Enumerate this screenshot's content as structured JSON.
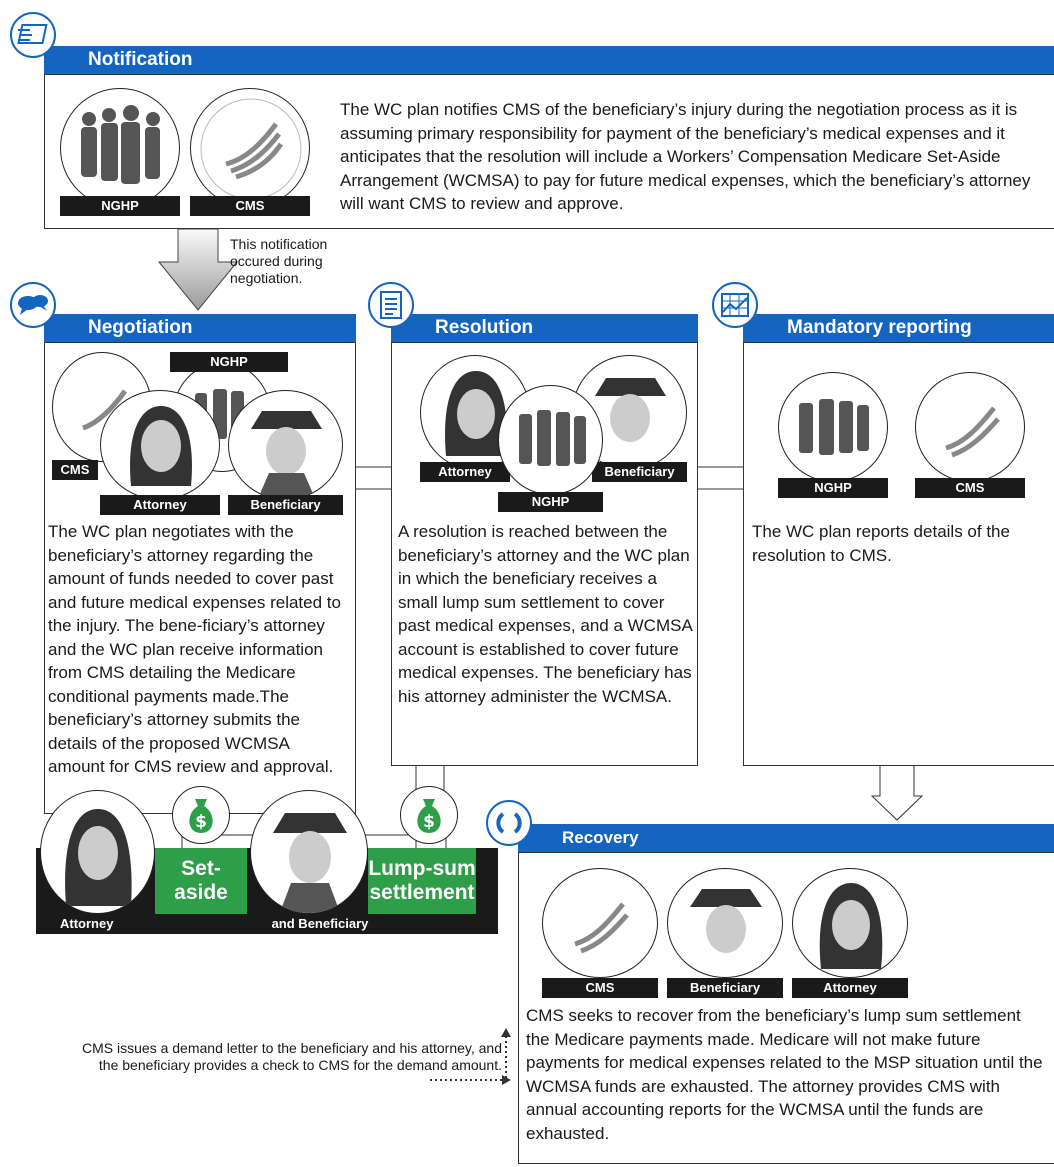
{
  "notification": {
    "title": "Notification",
    "icon": "envelope-icon",
    "tags": [
      "NGHP",
      "CMS"
    ],
    "text": "The WC plan notifies CMS of the beneficiary’s injury during the negotiation process as it is assuming primary responsibility for payment of the beneficiary’s medical expenses and it anticipates that the resolution will include a Workers’ Compensation Medicare Set-Aside Arrangement (WCMSA) to pay for future medical expenses, which the beneficiary’s attorney will want CMS to review and approve."
  },
  "notification_note": "This notification occured during negotiation.",
  "negotiation": {
    "title": "Negotiation",
    "icon": "chat-bubbles-icon",
    "tags": {
      "nghp": "NGHP",
      "cms": "CMS",
      "attorney": "Attorney",
      "beneficiary": "Beneficiary"
    },
    "text": "The WC plan negotiates with the beneficiary’s attorney regarding the amount of funds needed to cover past and future medical expenses related to the injury. The bene-ficiary’s attorney and the WC plan receive information from CMS detailing the Medicare conditional payments made.The beneficiary’s attorney submits the details of the proposed WCMSA amount for CMS review and approval."
  },
  "resolution": {
    "title": "Resolution",
    "icon": "document-icon",
    "tags": {
      "attorney": "Attorney",
      "beneficiary": "Beneficiary",
      "nghp": "NGHP"
    },
    "text": "A resolution is reached between the beneficiary’s attorney and the WC plan in which the beneficiary receives a small lump sum settlement to cover past medical expenses, and a WCMSA account is established to cover future medical expenses. The beneficiary has his attorney administer the WCMSA."
  },
  "mandatory_reporting": {
    "title": "Mandatory reporting",
    "icon": "chart-icon",
    "tags": [
      "NGHP",
      "CMS"
    ],
    "text": "The WC plan reports details of the resolution to CMS."
  },
  "recovery": {
    "title": "Recovery",
    "icon": "refresh-icon",
    "tags": [
      "CMS",
      "Beneficiary",
      "Attorney"
    ],
    "text": "CMS seeks to recover from the beneficiary’s lump sum settlement the Medicare payments made. Medicare will not make future payments for medical expenses related to the MSP situation until the WCMSA funds are exhausted. The attorney provides CMS with annual accounting reports for the WCMSA until the funds are exhausted."
  },
  "settlement": {
    "set_aside": "Set-aside",
    "lump_sum": "Lump-sum settlement",
    "attorney_tag": "Attorney",
    "beneficiary_tag": "and Beneficiary",
    "money_icon": "money-bag-icon",
    "note": "CMS issues a demand letter to the beneficiary and his attorney, and the beneficiary provides a check to CMS for the demand amount."
  },
  "colors": {
    "accent": "#1565c0",
    "green": "#2e9e48",
    "dark": "#1a1a1a"
  }
}
